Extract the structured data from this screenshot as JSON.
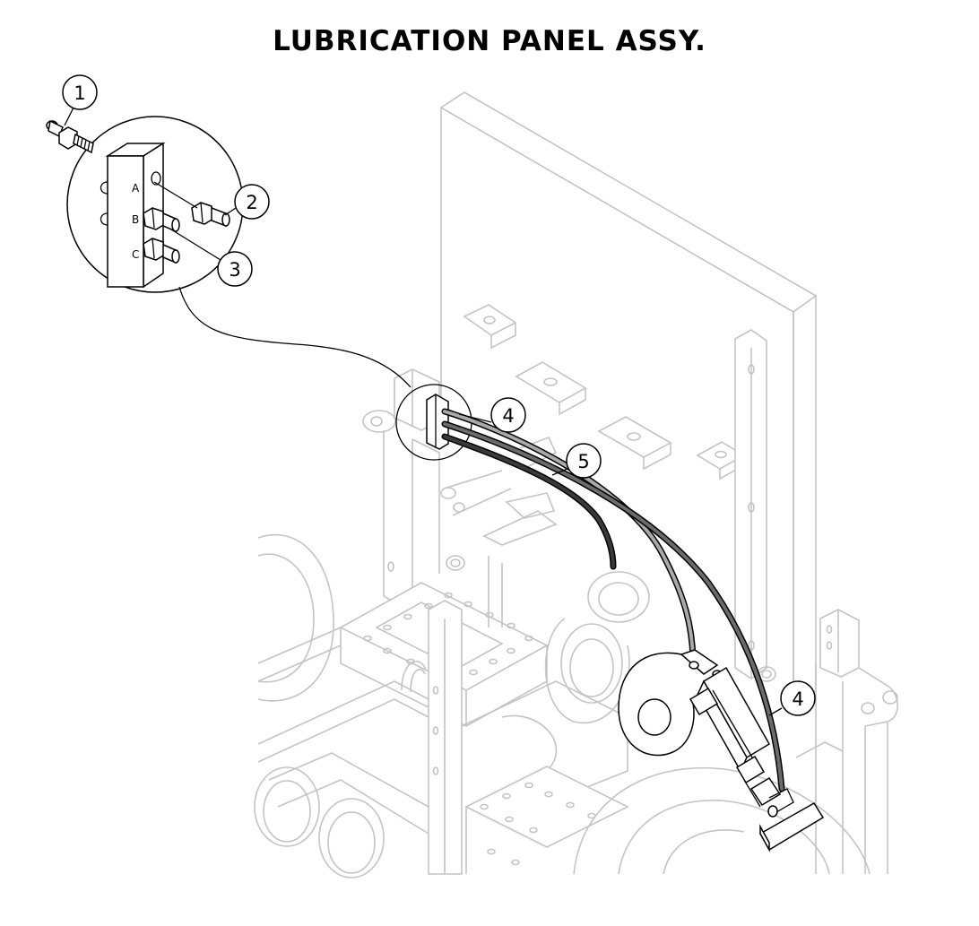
{
  "title": "LUBRICATION PANEL ASSY.",
  "callouts": [
    {
      "id": "1",
      "label": "1"
    },
    {
      "id": "2",
      "label": "2"
    },
    {
      "id": "3",
      "label": "3"
    },
    {
      "id": "4a",
      "label": "4"
    },
    {
      "id": "5",
      "label": "5"
    },
    {
      "id": "4b",
      "label": "4"
    }
  ],
  "ports": {
    "a": "A",
    "b": "B",
    "c": "C"
  },
  "colors": {
    "hose_light": "#a9a9a9",
    "hose_medium": "#6b6b6b",
    "hose_dark": "#3a3a3a",
    "background_lines": "#c4c4c4",
    "foreground_lines": "#000000"
  }
}
